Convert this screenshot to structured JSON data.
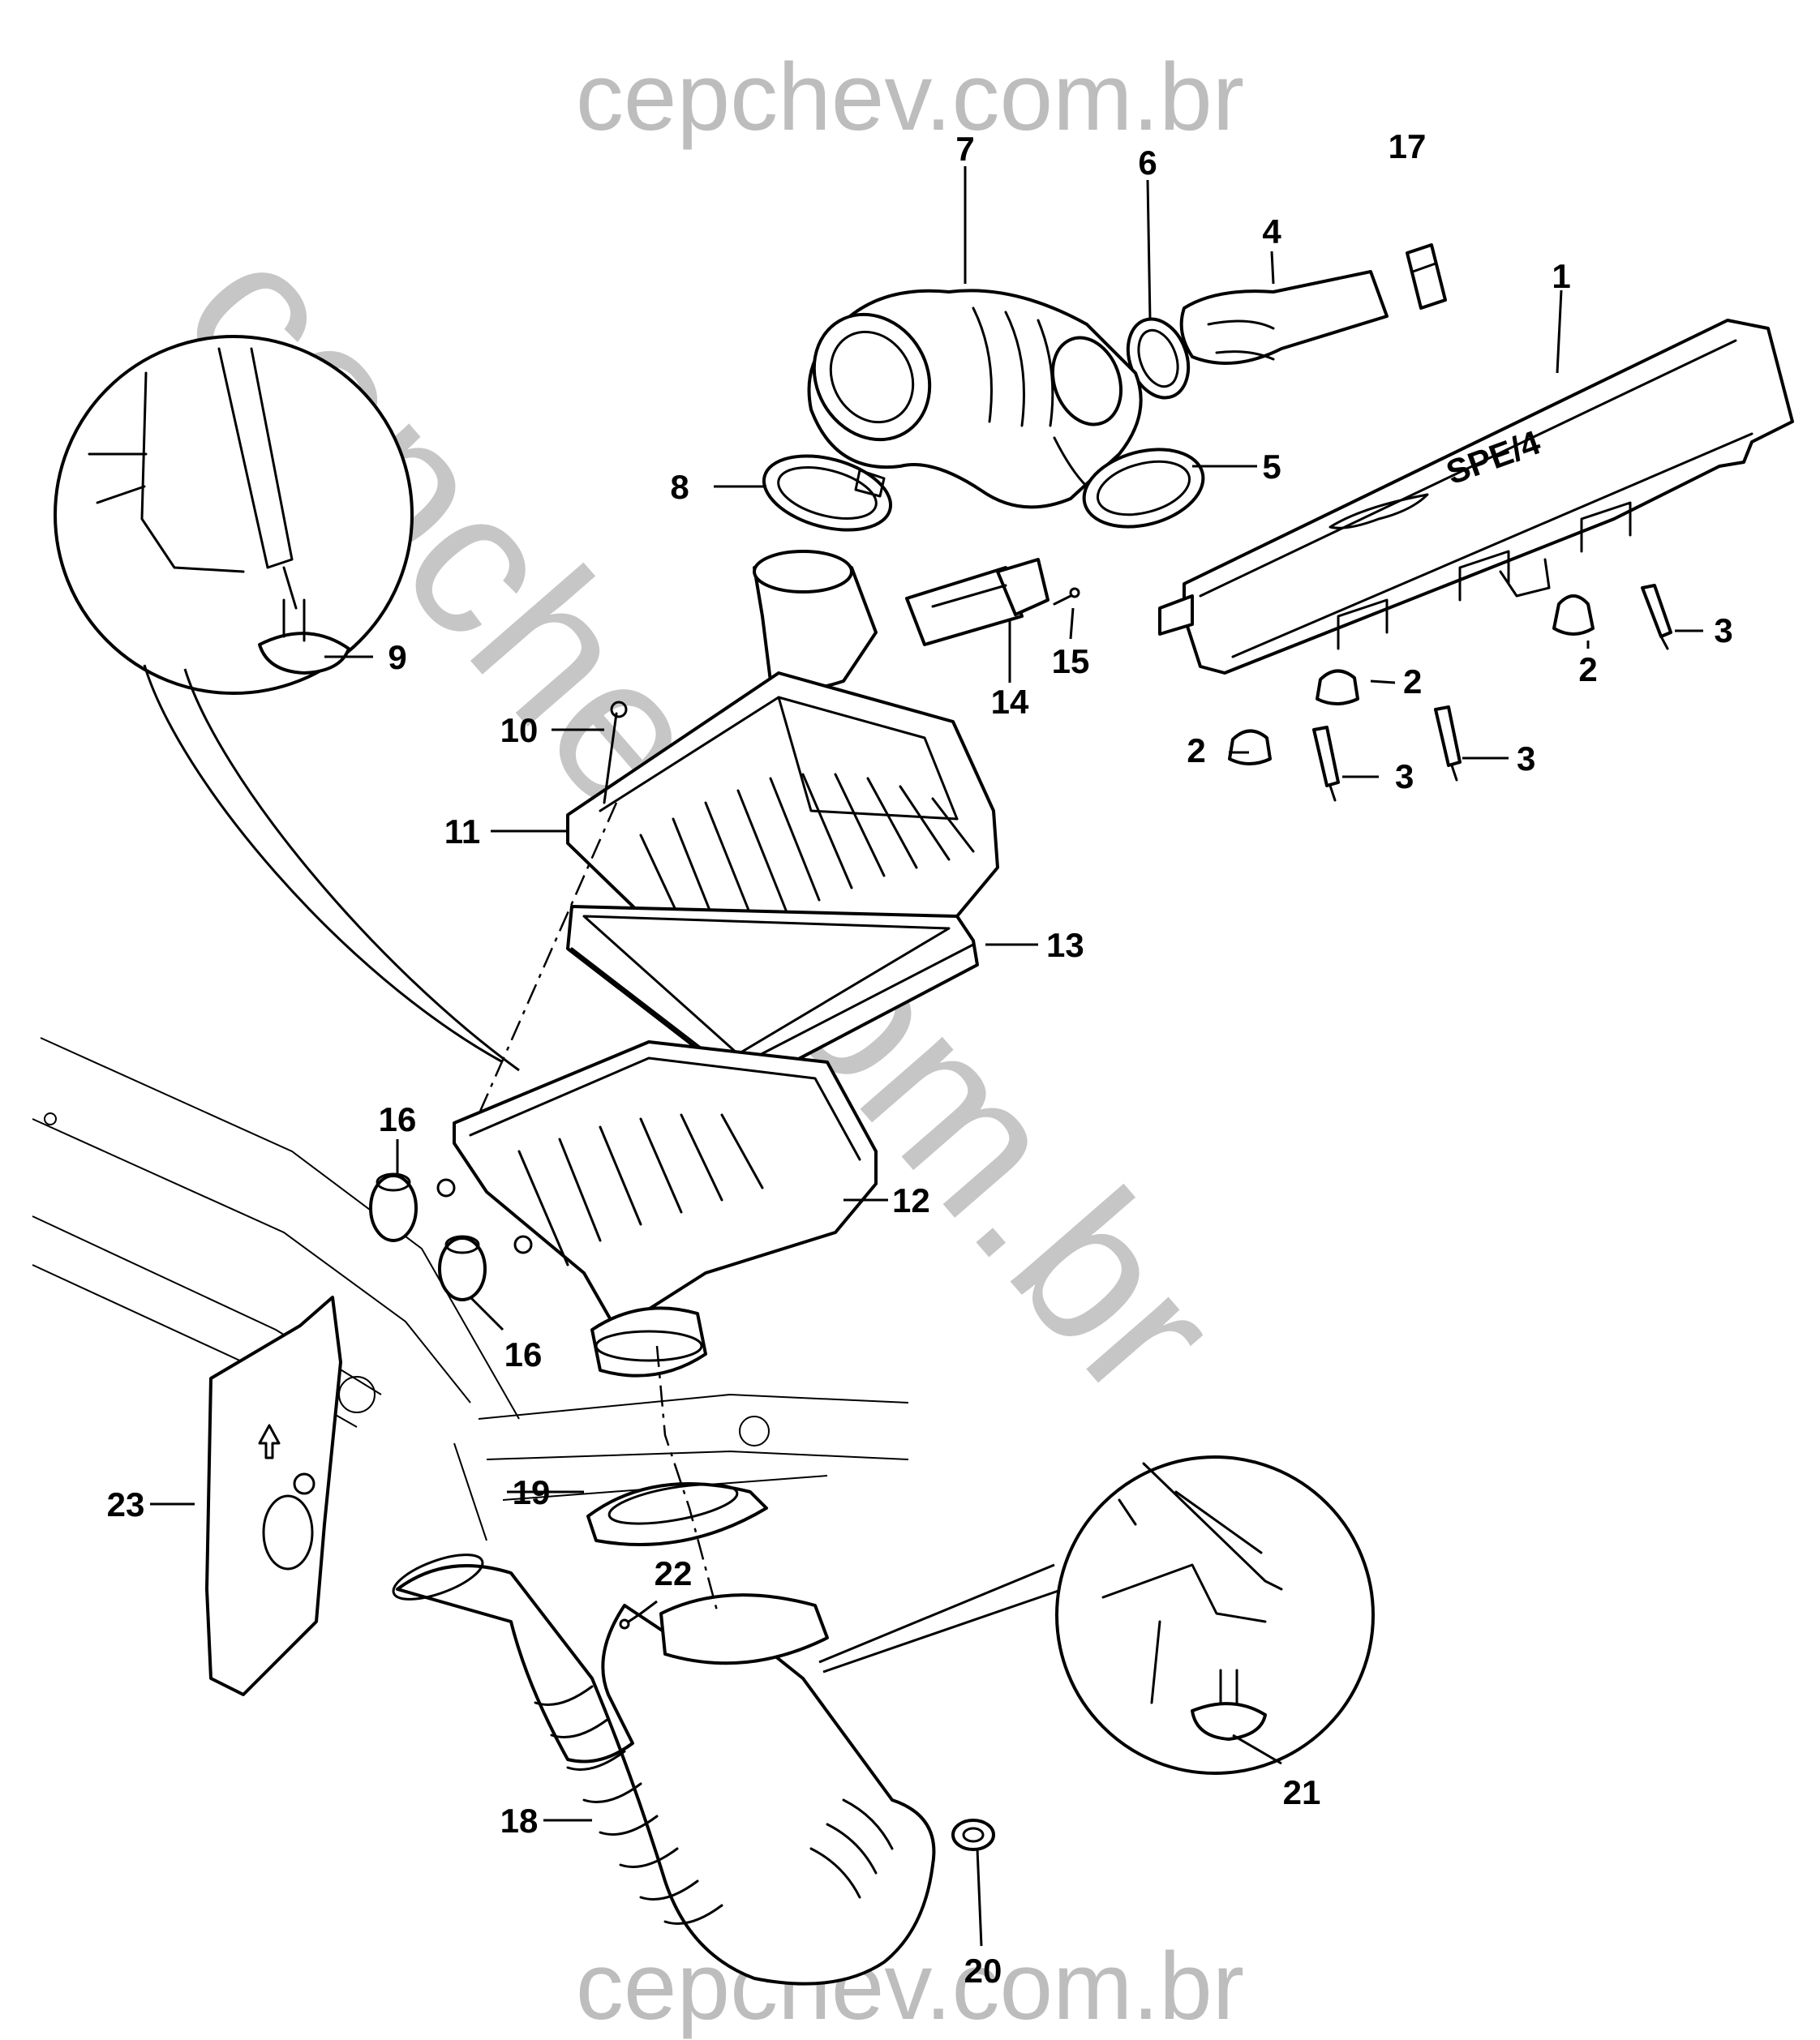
{
  "watermark": {
    "top": "cepchev.com.br",
    "bottom": "cepchev.com.br",
    "diagonal": "cepchev.com.br",
    "color": "#bdbdbd"
  },
  "emblem": "SPE/4",
  "callouts": [
    {
      "id": "c1",
      "label": "1"
    },
    {
      "id": "c2a",
      "label": "2"
    },
    {
      "id": "c2b",
      "label": "2"
    },
    {
      "id": "c2c",
      "label": "2"
    },
    {
      "id": "c3a",
      "label": "3"
    },
    {
      "id": "c3b",
      "label": "3"
    },
    {
      "id": "c3c",
      "label": "3"
    },
    {
      "id": "c4",
      "label": "4"
    },
    {
      "id": "c5",
      "label": "5"
    },
    {
      "id": "c6",
      "label": "6"
    },
    {
      "id": "c7",
      "label": "7"
    },
    {
      "id": "c8",
      "label": "8"
    },
    {
      "id": "c9",
      "label": "9"
    },
    {
      "id": "c10",
      "label": "10"
    },
    {
      "id": "c11",
      "label": "11"
    },
    {
      "id": "c12",
      "label": "12"
    },
    {
      "id": "c13",
      "label": "13"
    },
    {
      "id": "c14",
      "label": "14"
    },
    {
      "id": "c15",
      "label": "15"
    },
    {
      "id": "c16a",
      "label": "16"
    },
    {
      "id": "c16b",
      "label": "16"
    },
    {
      "id": "c17",
      "label": "17"
    },
    {
      "id": "c18",
      "label": "18"
    },
    {
      "id": "c19",
      "label": "19"
    },
    {
      "id": "c20",
      "label": "20"
    },
    {
      "id": "c21",
      "label": "21"
    },
    {
      "id": "c22",
      "label": "22"
    },
    {
      "id": "c23",
      "label": "23"
    }
  ]
}
